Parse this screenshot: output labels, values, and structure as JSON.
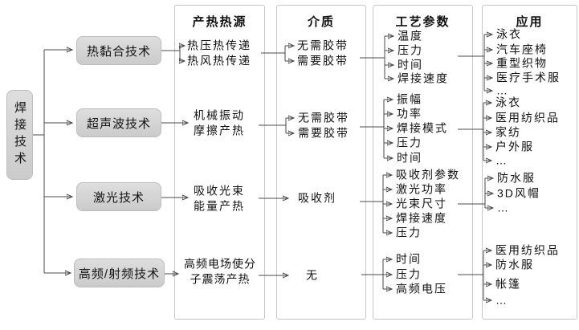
{
  "root": {
    "label": "焊接技术"
  },
  "columns": [
    {
      "header": "产热热源"
    },
    {
      "header": "介质"
    },
    {
      "header": "工艺参数"
    },
    {
      "header": "应用"
    }
  ],
  "rows": [
    {
      "technology": "热黏合技术",
      "heat_source": [
        "热压热传递",
        "热风热传递"
      ],
      "medium": [
        "无需胶带",
        "需要胶带"
      ],
      "parameters": [
        "温度",
        "压力",
        "时间",
        "焊接速度"
      ],
      "applications": [
        "泳衣",
        "汽车座椅",
        "重型织物",
        "医疗手术服",
        "…"
      ]
    },
    {
      "technology": "超声波技术",
      "heat_source": [
        "机械振动",
        "摩擦产热"
      ],
      "medium": [
        "无需胶带",
        "需要胶带"
      ],
      "parameters": [
        "振幅",
        "功率",
        "焊接模式",
        "压力",
        "时间"
      ],
      "applications": [
        "泳衣",
        "医用纺织品",
        "家纺",
        "户外服",
        "…"
      ]
    },
    {
      "technology": "激光技术",
      "heat_source": [
        "吸收光束",
        "能量产热"
      ],
      "medium": [
        "吸收剂"
      ],
      "parameters": [
        "吸收剂参数",
        "激光功率",
        "光束尺寸",
        "焊接速度",
        "压力"
      ],
      "applications": [
        "防水服",
        "3D风帽",
        "…"
      ]
    },
    {
      "technology": "高频/射频技术",
      "heat_source": [
        "高频电场使分",
        "子震荡产热"
      ],
      "medium": [
        "无"
      ],
      "parameters": [
        "时间",
        "压力",
        "高频电压"
      ],
      "applications": [
        "医用纺织品",
        "防水服",
        "帐篷",
        "…"
      ]
    }
  ]
}
